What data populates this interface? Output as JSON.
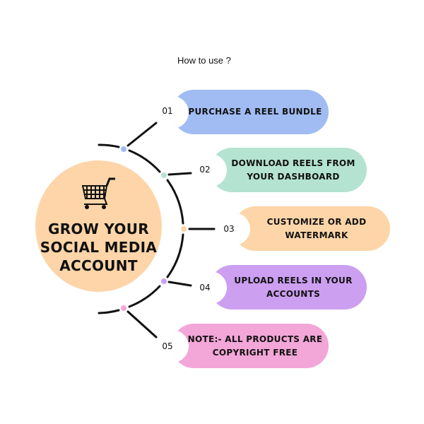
{
  "header": {
    "title": "How to use ?"
  },
  "hub": {
    "title": "GROW YOUR SOCIAL MEDIA ACCOUNT",
    "icon": "shopping-cart-icon",
    "color": "#fdd5a8"
  },
  "steps": [
    {
      "number": "01",
      "label": "PURCHASE A REEL BUNDLE",
      "color": "#a0bcf2"
    },
    {
      "number": "02",
      "label": "DOWNLOAD REELS  FROM YOUR DASHBOARD",
      "color": "#b4e3d1"
    },
    {
      "number": "03",
      "label": "CUSTOMIZE OR ADD WATERMARK",
      "color": "#fdd5a8"
    },
    {
      "number": "04",
      "label": "UPLOAD REELS IN YOUR ACCOUNTS",
      "color": "#cc9ff0"
    },
    {
      "number": "05",
      "label": "NOTE:- ALL PRODUCTS ARE COPYRIGHT FREE",
      "color": "#f3a6d8"
    }
  ]
}
